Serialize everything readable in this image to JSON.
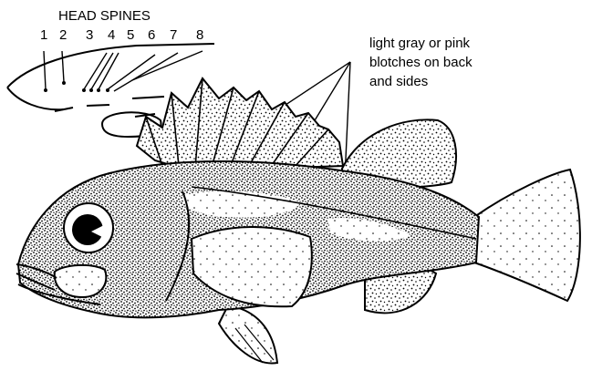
{
  "diagram": {
    "head_spines_label": "HEAD SPINES",
    "spine_numbers": [
      "1",
      "2",
      "3",
      "4",
      "5",
      "6",
      "7",
      "8"
    ],
    "blotch_note": [
      "light gray or pink",
      "blotches on back",
      "and sides"
    ]
  }
}
